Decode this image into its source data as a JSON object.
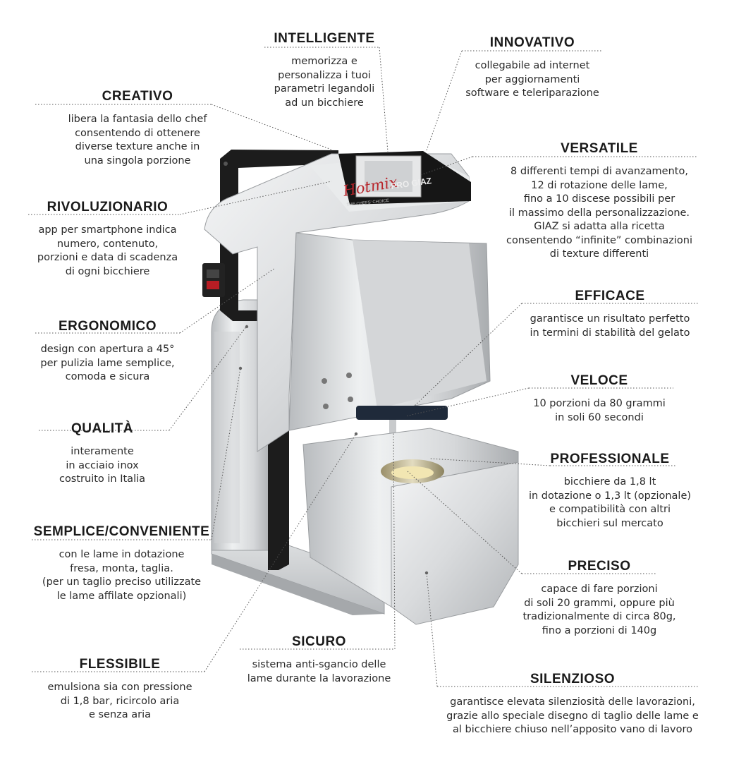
{
  "product": {
    "logo_script": "Hotmix",
    "logo_model": "PRO GIAZ",
    "tagline": "THE CHEFS' CHOICE"
  },
  "features": {
    "intelligente": {
      "title": "INTELLIGENTE",
      "lines": [
        "memorizza e",
        "personalizza i tuoi",
        "parametri legandoli",
        "ad un bicchiere"
      ]
    },
    "innovativo": {
      "title": "INNOVATIVO",
      "lines": [
        "collegabile ad internet",
        "per aggiornamenti",
        "software e teleriparazione"
      ]
    },
    "creativo": {
      "title": "CREATIVO",
      "lines": [
        "libera la fantasia dello chef",
        "consentendo di ottenere",
        "diverse texture anche in",
        "una singola porzione"
      ]
    },
    "versatile": {
      "title": "VERSATILE",
      "lines": [
        "8 differenti tempi di avanzamento,",
        "12 di rotazione delle lame,",
        "fino a 10 discese possibili per",
        "il massimo della personalizzazione.",
        "GIAZ si adatta alla ricetta",
        "consentendo “infinite” combinazioni",
        "di texture differenti"
      ]
    },
    "rivoluzionario": {
      "title": "RIVOLUZIONARIO",
      "lines": [
        "app per smartphone indica",
        "numero, contenuto,",
        "porzioni e data di scadenza",
        "di ogni bicchiere"
      ]
    },
    "efficace": {
      "title": "EFFICACE",
      "lines": [
        "garantisce un risultato perfetto",
        "in termini di stabilità del gelato"
      ]
    },
    "ergonomico": {
      "title": "ERGONOMICO",
      "lines": [
        "design con apertura a 45°",
        "per pulizia lame semplice,",
        "comoda e sicura"
      ]
    },
    "veloce": {
      "title": "VELOCE",
      "lines": [
        "10 porzioni da 80 grammi",
        "in soli 60 secondi"
      ]
    },
    "qualita": {
      "title": "QUALITÀ",
      "lines": [
        "interamente",
        "in acciaio inox",
        "costruito in Italia"
      ]
    },
    "professionale": {
      "title": "PROFESSIONALE",
      "lines": [
        "bicchiere da 1,8 lt",
        "in dotazione o 1,3 lt (opzionale)",
        "e compatibilità con altri",
        "bicchieri sul mercato"
      ]
    },
    "semplice": {
      "title": "SEMPLICE/CONVENIENTE",
      "lines": [
        "con le lame in dotazione",
        "fresa, monta, taglia.",
        "(per un taglio preciso utilizzate",
        "le lame affilate opzionali)"
      ]
    },
    "preciso": {
      "title": "PRECISO",
      "lines": [
        "capace di fare porzioni",
        "di soli 20 grammi, oppure più",
        "tradizionalmente di circa 80g,",
        "fino a porzioni di 140g"
      ]
    },
    "sicuro": {
      "title": "SICURO",
      "lines": [
        "sistema anti-sgancio delle",
        "lame durante la lavorazione"
      ]
    },
    "flessibile": {
      "title": "FLESSIBILE",
      "lines": [
        "emulsiona sia con pressione",
        "di 1,8 bar, ricircolo aria",
        "e senza aria"
      ]
    },
    "silenzioso": {
      "title": "SILENZIOSO",
      "lines": [
        "garantisce elevata silenziosità delle lavorazioni,",
        "grazie allo speciale disegno di taglio delle lame e",
        "al bicchiere chiuso nell’apposito vano di lavoro"
      ]
    }
  }
}
